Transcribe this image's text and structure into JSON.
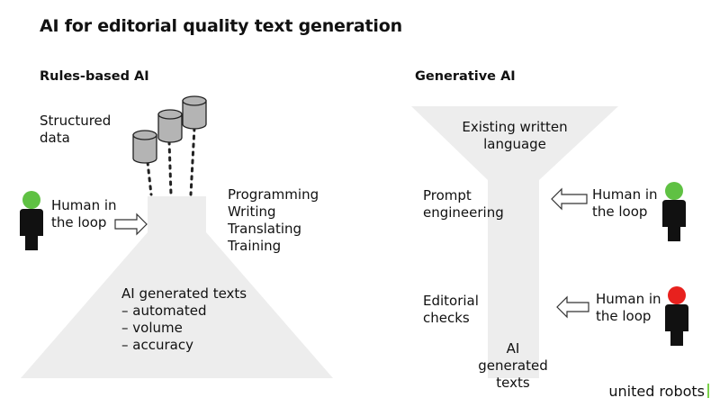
{
  "title": "AI for editorial quality text generation",
  "rules": {
    "heading": "Rules-based AI",
    "structured_data": [
      "Structured",
      "data"
    ],
    "human": [
      "Human in",
      "the loop"
    ],
    "activities": [
      "Programming",
      "Writing",
      "Translating",
      "Training"
    ],
    "outputs": [
      "AI generated texts",
      "– automated",
      "– volume",
      "– accuracy"
    ]
  },
  "generative": {
    "heading": "Generative AI",
    "existing": [
      "Existing written",
      "language"
    ],
    "prompt": [
      "Prompt",
      "engineering"
    ],
    "editorial": [
      "Editorial",
      "checks"
    ],
    "ai_texts": [
      "AI",
      "generated",
      "texts"
    ],
    "human_top": [
      "Human in",
      "the loop"
    ],
    "human_bottom": [
      "Human in",
      "the loop"
    ]
  },
  "logo": "united robots",
  "colors": {
    "shape_fill": "#ededed",
    "cylinder_fill": "#b4b4b4",
    "head_green": "#5fc143",
    "head_red": "#e8211e",
    "logo_bar": "#7ad14a"
  }
}
